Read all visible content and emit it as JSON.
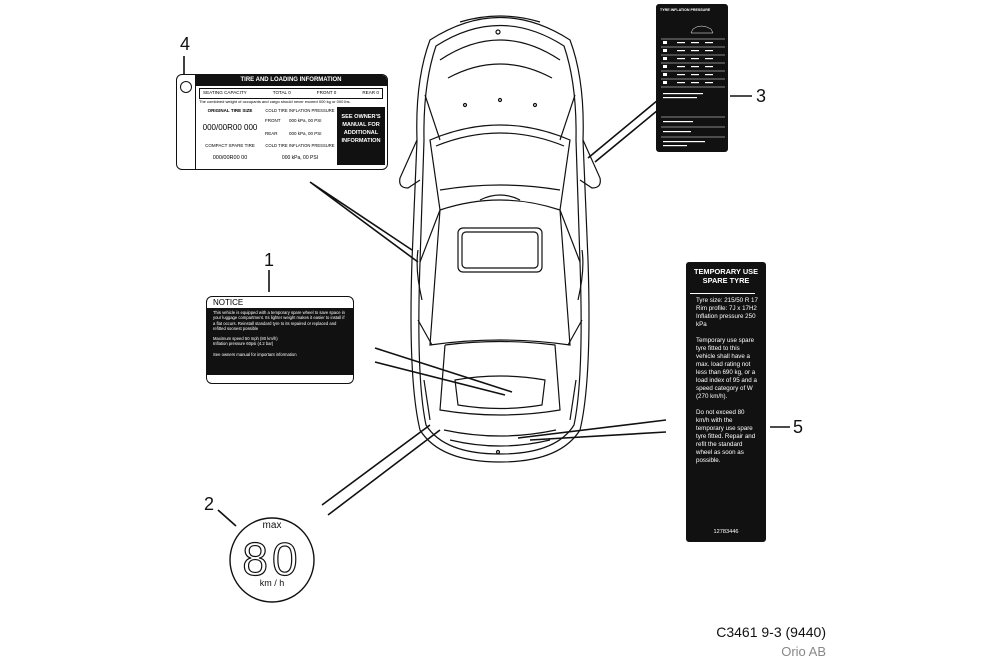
{
  "callouts": [
    "1",
    "2",
    "3",
    "4",
    "5"
  ],
  "label_tire_loading": {
    "title": "TIRE AND LOADING INFORMATION",
    "seating_capacity": "SEATING CAPACITY",
    "total": "TOTAL 0",
    "front": "FRONT 0",
    "rear": "REAR 0",
    "combined_weight": "The combined weight of occupants and cargo should never exceed 000 kg or 000 lbs.",
    "col_tire_size": "ORIGINAL TIRE SIZE",
    "col_pressure": "COLD TIRE INFLATION PRESSURE",
    "tire_size": "000/00R00 000",
    "front_label": "FRONT",
    "front_value": "000 kPa, 00 PSI",
    "rear_label": "REAR",
    "rear_value": "000 kPa, 00 PSI",
    "compact_spare": "COMPACT SPARE TIRE",
    "spare_pressure_label": "COLD TIRE INFLATION PRESSURE",
    "spare_size": "000/00R00 00",
    "spare_value": "000 kPa, 00 PSI",
    "see_owners": "SEE OWNER'S MANUAL FOR ADDITIONAL INFORMATION"
  },
  "label_notice": {
    "title": "NOTICE",
    "body": "This vehicle is equipped with a temporary spare wheel to save space in your luggage compartment. Its lighter weight makes it easier to install if a flat occurs. Reinstall standard tyre to its repaired or replaced and refitted soonest possible",
    "speed": "Maximum speed 50 mph (80 km/h)",
    "pressure": "Inflation pressure 60psi (4.2 bar)",
    "footer": "See owners manual for important information"
  },
  "label_speed": {
    "max": "max",
    "value": "80",
    "unit": "km / h"
  },
  "label_inflation": {
    "title": "TYRE INFLATION PRESSURE"
  },
  "label_spare": {
    "title": "TEMPORARY USE SPARE TYRE",
    "size": "Tyre size: 215/50 R 17",
    "rim": "Rim profile: 7J x 17H2",
    "inflation": "Inflation pressure 250 kPa",
    "para1": "Temporary use spare tyre fitted to this vehicle shall have a max. load rating not less than 690 kg, or a load index of 95 and a speed category of W (270 km/h).",
    "para2": "Do not exceed 80 km/h with the temporary use spare tyre fitted. Repair and refit the standard wheel as soon as possible.",
    "part_number": "12783446"
  },
  "footer": {
    "code": "C3461 9-3 (9440)",
    "company": "Orio AB"
  },
  "colors": {
    "ink": "#111111",
    "grey": "#888888"
  }
}
